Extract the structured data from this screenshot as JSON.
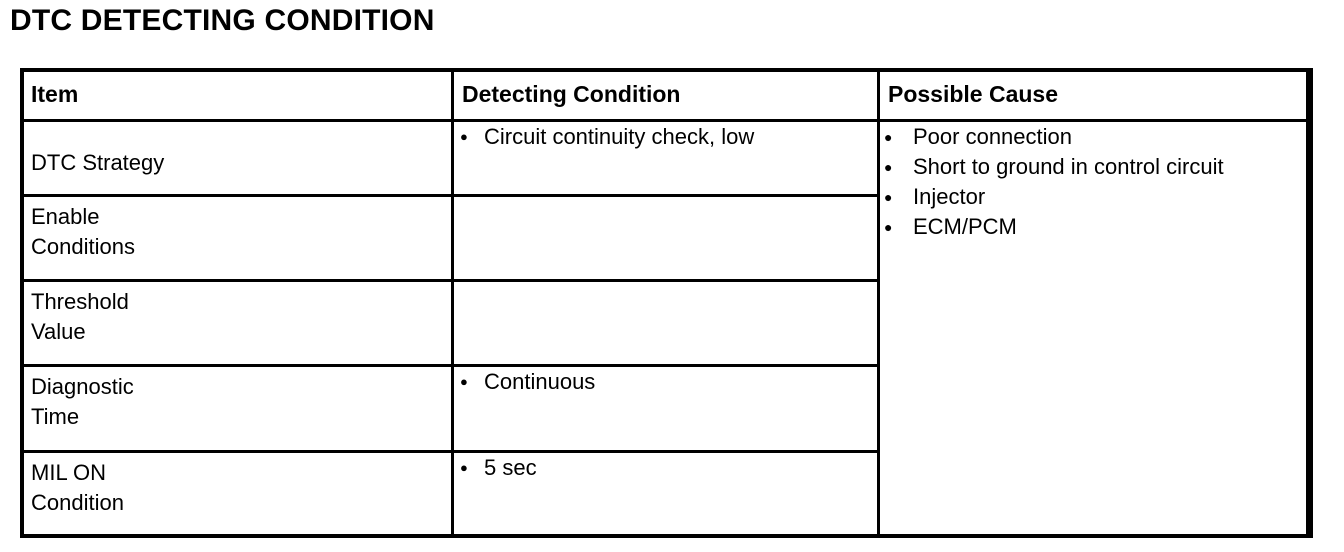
{
  "page": {
    "title": "DTC DETECTING CONDITION"
  },
  "table": {
    "headers": {
      "item": "Item",
      "detecting_condition": "Detecting Condition",
      "possible_cause": "Possible Cause"
    },
    "rows": [
      {
        "item": "DTC Strategy",
        "condition_bullets": [
          "Circuit continuity check, low"
        ]
      },
      {
        "item": "Enable\nConditions",
        "condition_bullets": []
      },
      {
        "item": "Threshold\nValue",
        "condition_bullets": []
      },
      {
        "item": "Diagnostic\nTime",
        "condition_bullets": [
          "Continuous"
        ]
      },
      {
        "item": "MIL ON\nCondition",
        "condition_bullets": [
          "5 sec"
        ]
      }
    ],
    "possible_cause_bullets": [
      "Poor connection",
      "Short to ground in control circuit",
      "Injector",
      "ECM/PCM"
    ]
  },
  "colors": {
    "border": "#000000",
    "text": "#000000",
    "background": "#ffffff"
  }
}
